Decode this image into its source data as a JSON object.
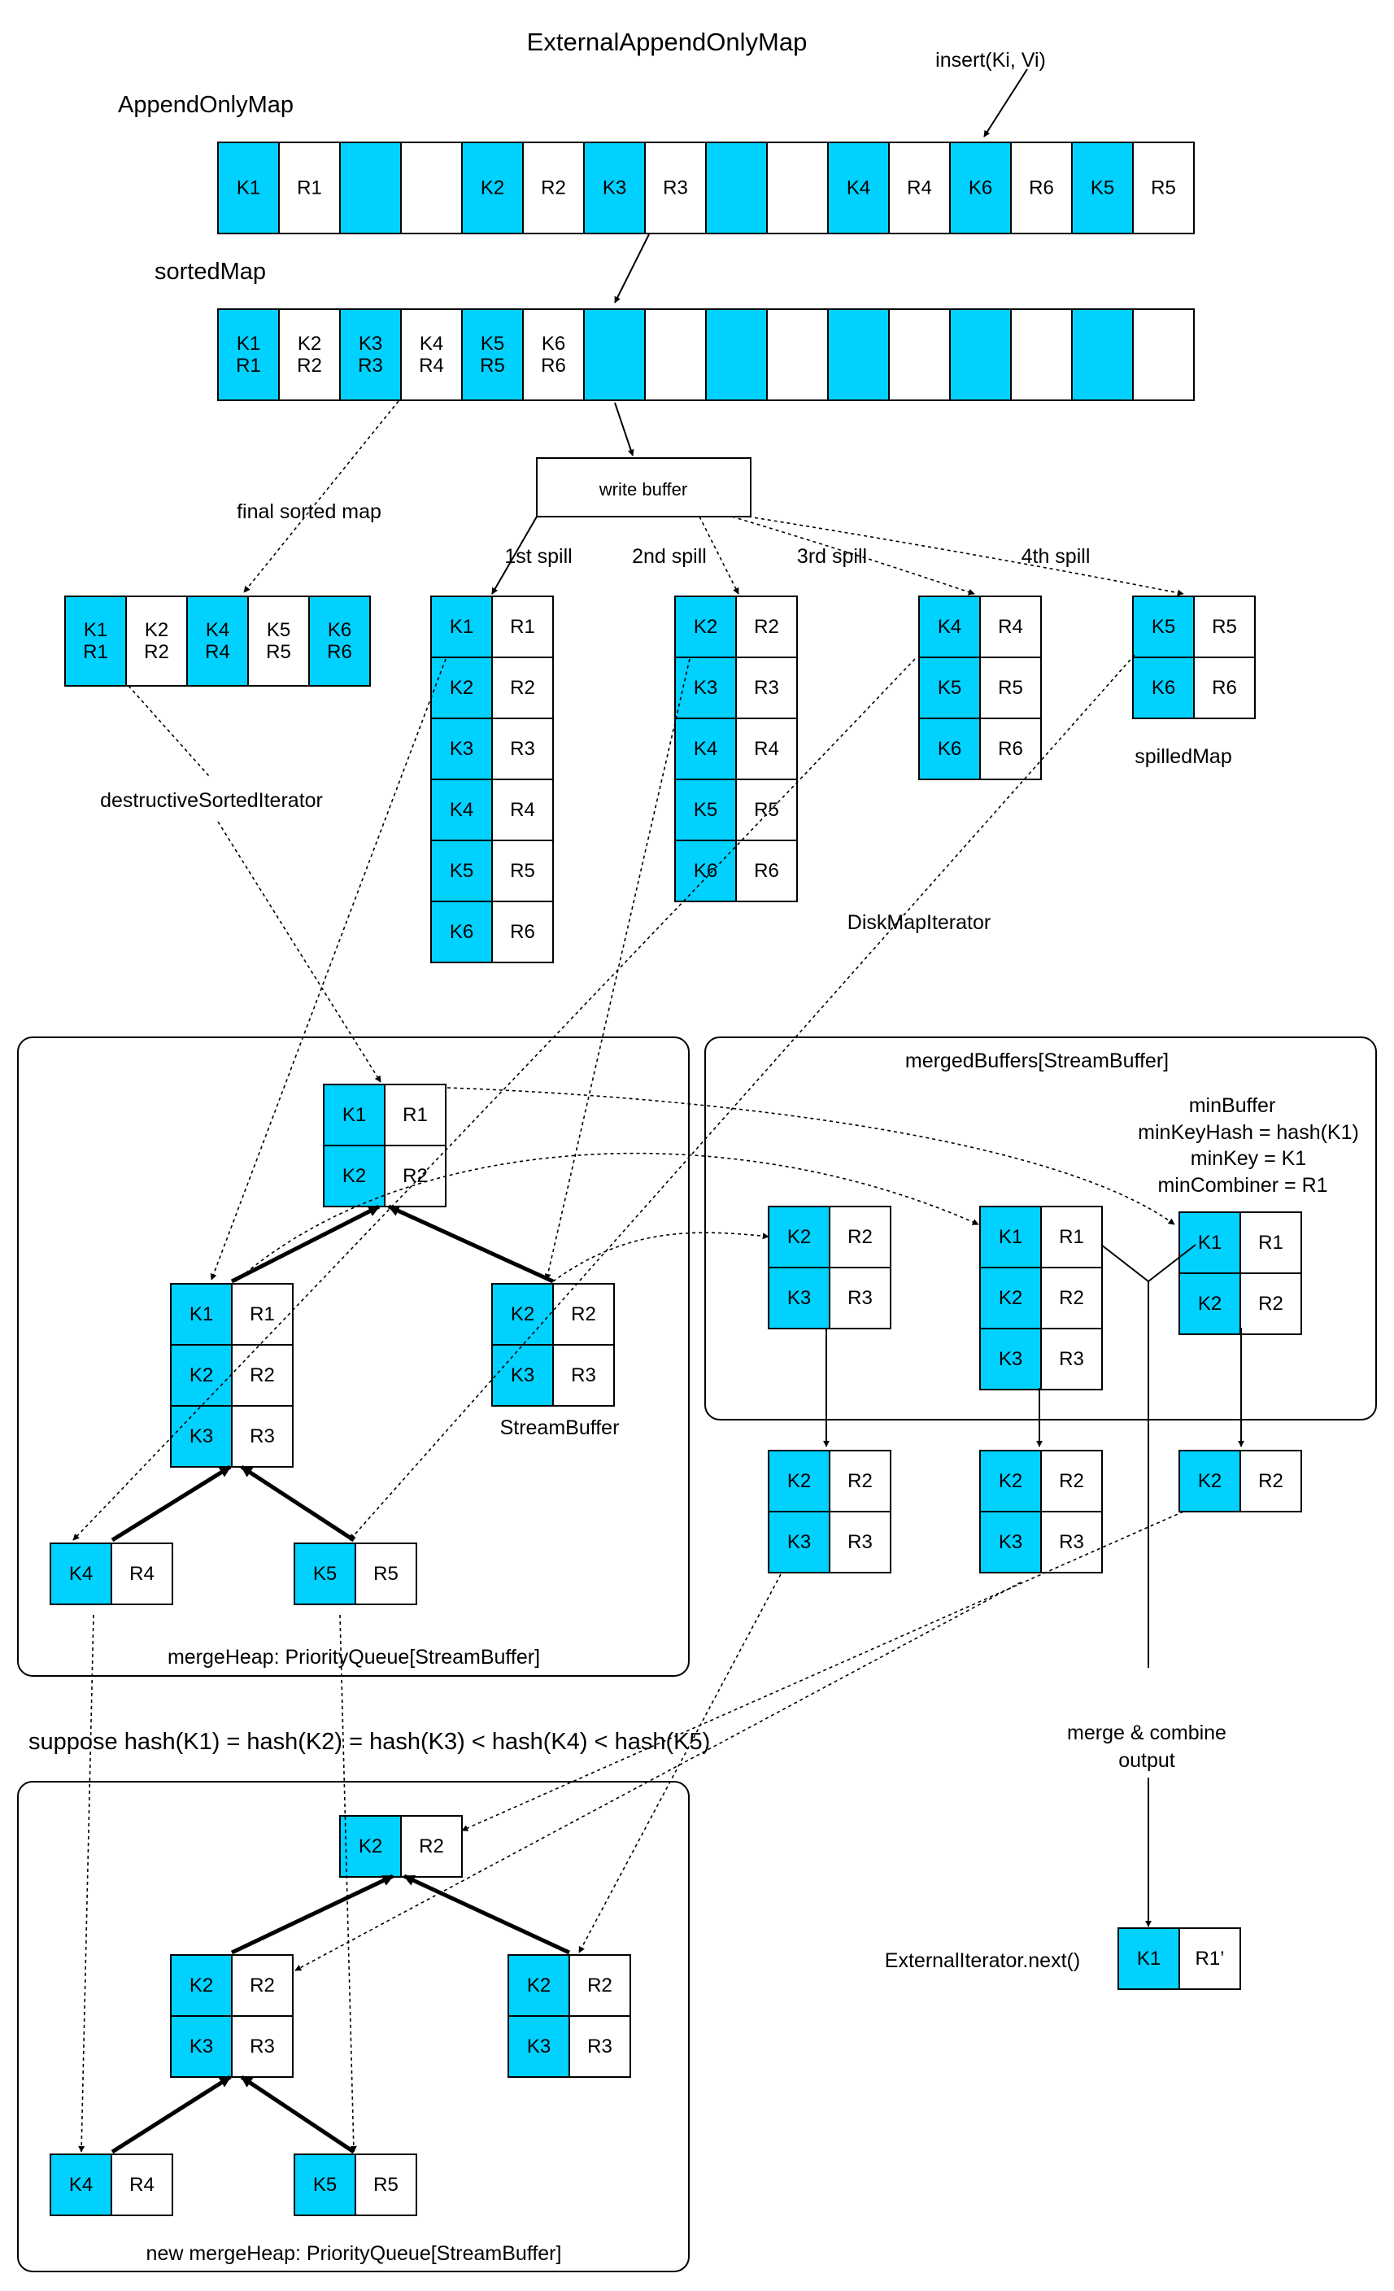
{
  "colors": {
    "key_fill": "#00d1ff",
    "value_fill": "#ffffff",
    "stroke": "#000000"
  },
  "texts": {
    "title": "ExternalAppendOnlyMap",
    "insert_label": "insert(Ki, Vi)",
    "append_only_map": "AppendOnlyMap",
    "sorted_map": "sortedMap",
    "write_buffer": "write buffer",
    "final_sorted_map": "final sorted map",
    "spill_1": "1st spill",
    "spill_2": "2nd spill",
    "spill_3": "3rd spill",
    "spill_4": "4th spill",
    "spilled_map": "spilledMap",
    "destructive_iterator": "destructiveSortedIterator",
    "disk_map_iterator": "DiskMapIterator",
    "merged_buffers": "mergedBuffers[StreamBuffer]",
    "min_buffer": "minBuffer",
    "min_key_hash": "minKeyHash = hash(K1)",
    "min_key": "minKey = K1",
    "min_combiner": "minCombiner = R1",
    "stream_buffer": "StreamBuffer",
    "merge_heap": "mergeHeap: PriorityQueue[StreamBuffer]",
    "suppose": "suppose hash(K1) = hash(K2) = hash(K3) < hash(K4) < hash(K5)",
    "merge_combine_1": "merge & combine",
    "merge_combine_2": "output",
    "external_iterator": "ExternalIterator.next()",
    "new_merge_heap": "new mergeHeap: PriorityQueue[StreamBuffer]"
  },
  "append_only_map": [
    "K1",
    "R1",
    "",
    "",
    "K2",
    "R2",
    "K3",
    "R3",
    "",
    "",
    "K4",
    "R4",
    "K6",
    "R6",
    "K5",
    "R5"
  ],
  "sorted_map": [
    [
      "K1",
      "R1"
    ],
    [
      "K2",
      "R2"
    ],
    [
      "K3",
      "R3"
    ],
    [
      "K4",
      "R4"
    ],
    [
      "K5",
      "R5"
    ],
    [
      "K6",
      "R6"
    ],
    [],
    [],
    [],
    [],
    [],
    [],
    [],
    [],
    [],
    []
  ],
  "final_sorted_map": [
    [
      "K1",
      "R1"
    ],
    [
      "K2",
      "R2"
    ],
    [
      "K4",
      "R4"
    ],
    [
      "K5",
      "R5"
    ],
    [
      "K6",
      "R6"
    ]
  ],
  "spills": [
    [
      [
        "K1",
        "R1"
      ],
      [
        "K2",
        "R2"
      ],
      [
        "K3",
        "R3"
      ],
      [
        "K4",
        "R4"
      ],
      [
        "K5",
        "R5"
      ],
      [
        "K6",
        "R6"
      ]
    ],
    [
      [
        "K2",
        "R2"
      ],
      [
        "K3",
        "R3"
      ],
      [
        "K4",
        "R4"
      ],
      [
        "K5",
        "R5"
      ],
      [
        "K6",
        "R6"
      ]
    ],
    [
      [
        "K4",
        "R4"
      ],
      [
        "K5",
        "R5"
      ],
      [
        "K6",
        "R6"
      ]
    ],
    [
      [
        "K5",
        "R5"
      ],
      [
        "K6",
        "R6"
      ]
    ]
  ],
  "merge_heap": {
    "root": [
      [
        "K1",
        "R1"
      ],
      [
        "K2",
        "R2"
      ]
    ],
    "left": [
      [
        "K1",
        "R1"
      ],
      [
        "K2",
        "R2"
      ],
      [
        "K3",
        "R3"
      ]
    ],
    "right": [
      [
        "K2",
        "R2"
      ],
      [
        "K3",
        "R3"
      ]
    ],
    "left_left": [
      [
        "K4",
        "R4"
      ]
    ],
    "left_right": [
      [
        "K5",
        "R5"
      ]
    ]
  },
  "merged_buffers": {
    "before": [
      [
        [
          "K2",
          "R2"
        ],
        [
          "K3",
          "R3"
        ]
      ],
      [
        [
          "K1",
          "R1"
        ],
        [
          "K2",
          "R2"
        ],
        [
          "K3",
          "R3"
        ]
      ],
      [
        [
          "K1",
          "R1"
        ],
        [
          "K2",
          "R2"
        ]
      ]
    ],
    "after": [
      [
        [
          "K2",
          "R2"
        ],
        [
          "K3",
          "R3"
        ]
      ],
      [
        [
          "K2",
          "R2"
        ],
        [
          "K3",
          "R3"
        ]
      ],
      [
        [
          "K2",
          "R2"
        ]
      ]
    ]
  },
  "output": [
    "K1",
    "R1’"
  ],
  "new_merge_heap": {
    "root": [
      [
        "K2",
        "R2"
      ]
    ],
    "left": [
      [
        "K2",
        "R2"
      ],
      [
        "K3",
        "R3"
      ]
    ],
    "right": [
      [
        "K2",
        "R2"
      ],
      [
        "K3",
        "R3"
      ]
    ],
    "left_left": [
      [
        "K4",
        "R4"
      ]
    ],
    "left_right": [
      [
        "K5",
        "R5"
      ]
    ]
  }
}
